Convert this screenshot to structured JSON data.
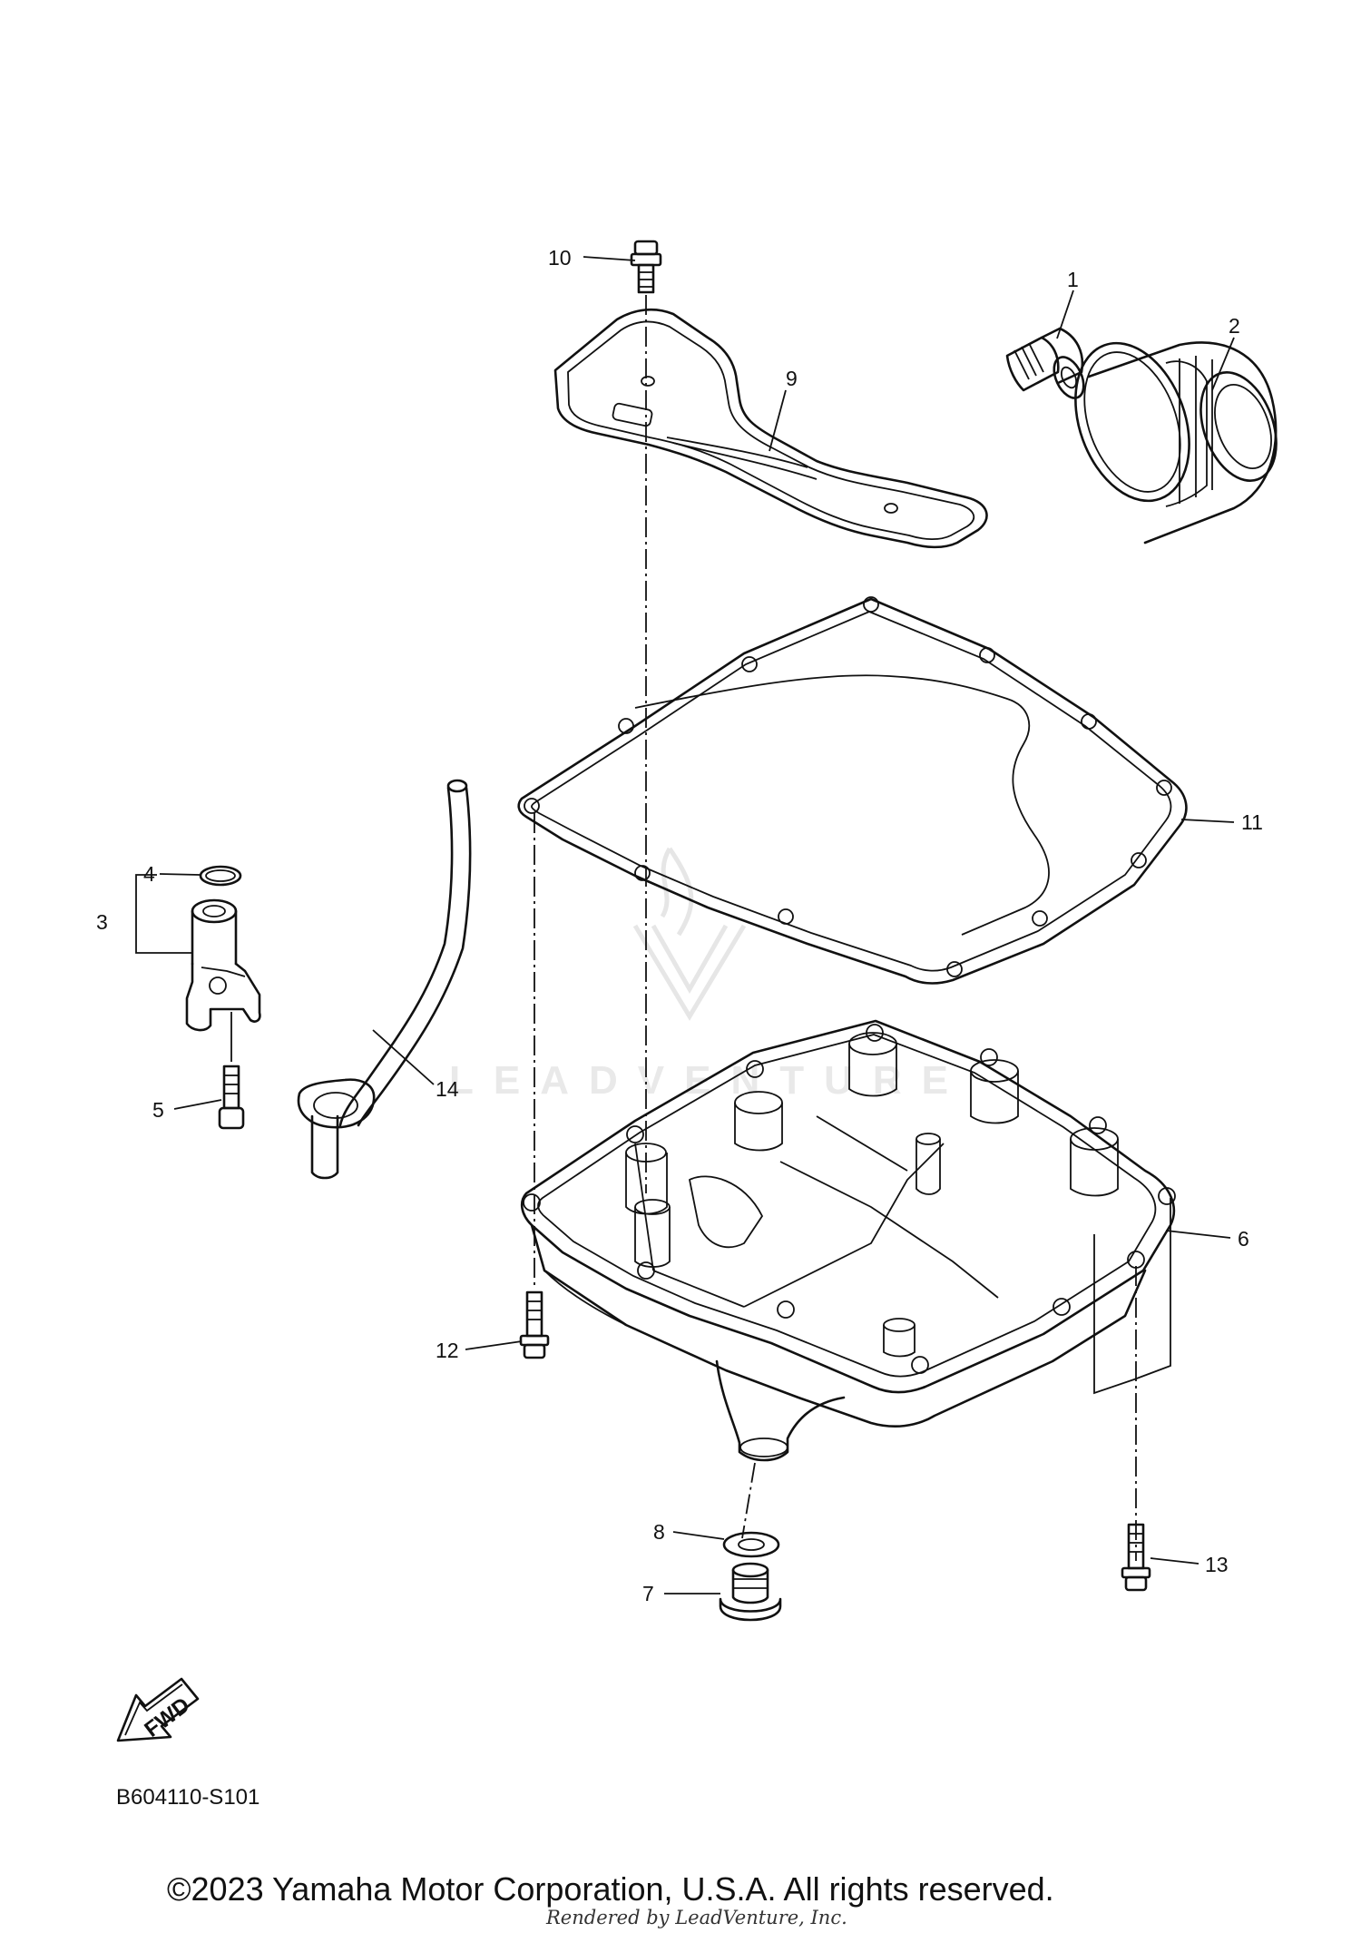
{
  "callouts": [
    {
      "id": "1",
      "label": "1"
    },
    {
      "id": "2",
      "label": "2"
    },
    {
      "id": "3",
      "label": "3"
    },
    {
      "id": "4",
      "label": "4"
    },
    {
      "id": "5",
      "label": "5"
    },
    {
      "id": "6",
      "label": "6"
    },
    {
      "id": "7",
      "label": "7"
    },
    {
      "id": "8",
      "label": "8"
    },
    {
      "id": "9",
      "label": "9"
    },
    {
      "id": "10",
      "label": "10"
    },
    {
      "id": "11",
      "label": "11"
    },
    {
      "id": "12",
      "label": "12"
    },
    {
      "id": "13",
      "label": "13"
    },
    {
      "id": "14",
      "label": "14"
    }
  ],
  "fwd_label": "FWD",
  "diagram_code": "B604110-S101",
  "watermark": "LEADVENTURE",
  "copyright": "©2023 Yamaha Motor Corporation, U.S.A. All rights reserved.",
  "rendered_by": "Rendered by LeadVenture, Inc."
}
